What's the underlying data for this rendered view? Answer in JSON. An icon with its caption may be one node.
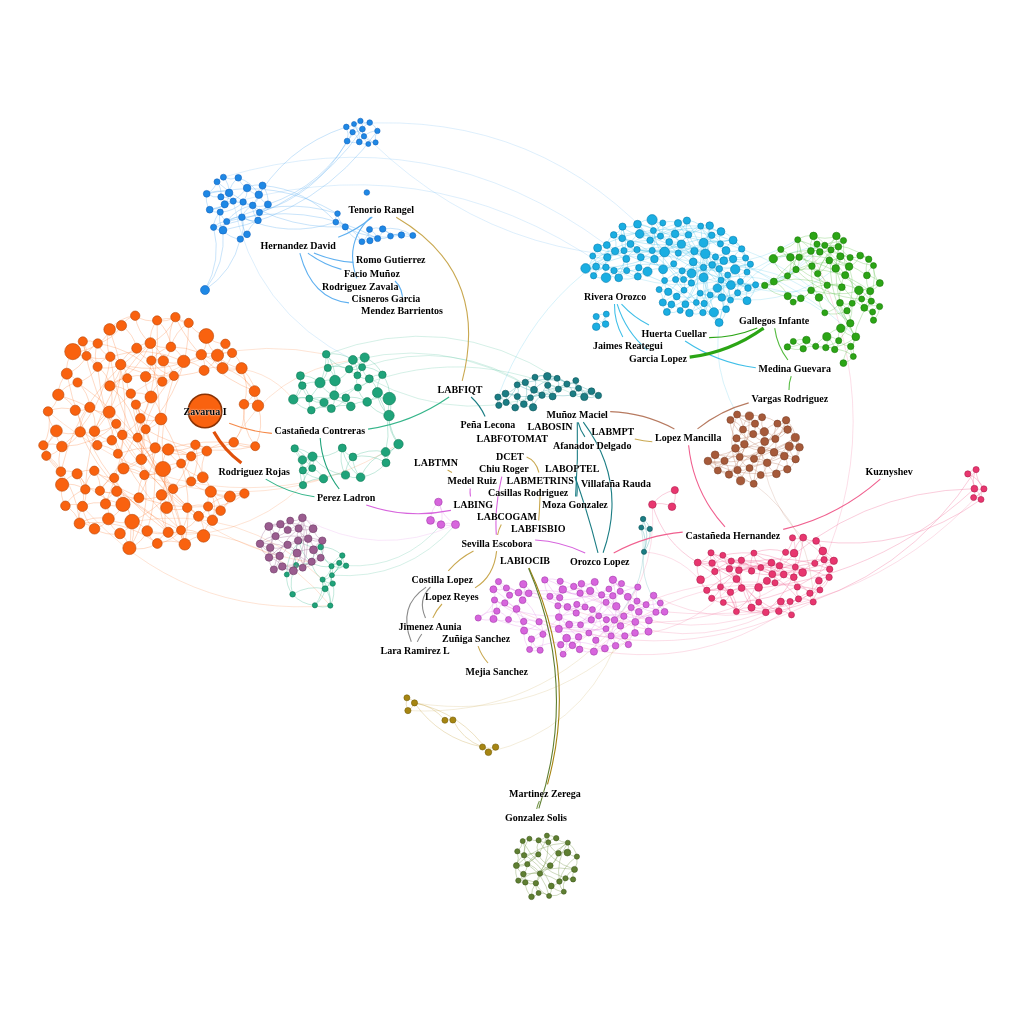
{
  "diagram": {
    "nodes": [
      {
        "text": [
          "Tenorio Rangel"
        ]
      },
      {
        "text": [
          "Hernandez David"
        ]
      },
      {
        "text": [
          "Romo Gutierrez"
        ]
      },
      {
        "text": [
          "Facio Muñoz"
        ]
      },
      {
        "text": [
          "Rodriguez Zavala"
        ]
      },
      {
        "text": [
          "Cisneros Garcia"
        ]
      },
      {
        "text": [
          "Mendez Barrientos"
        ]
      },
      {
        "text": [
          "Rivera Orozco"
        ]
      },
      {
        "text": [
          "Gallegos Infante"
        ]
      },
      {
        "text": [
          "Huerta Cuellar"
        ]
      },
      {
        "text": [
          "Jaimes Reategui"
        ]
      },
      {
        "text": [
          "Garcia Lopez"
        ]
      },
      {
        "text": [
          "Medina Guevara"
        ]
      },
      {
        "text": [
          "Vargas Rodriguez"
        ]
      },
      {
        "text": [
          "LABFIQT"
        ]
      },
      {
        "text": [
          "Zavarua I"
        ]
      },
      {
        "text": [
          "Castañeda Contreras"
        ]
      },
      {
        "text": [
          "Muñoz Maciel"
        ]
      },
      {
        "text": [
          "Peña Lecona"
        ]
      },
      {
        "text": [
          "LABOSIN"
        ]
      },
      {
        "text": [
          "LABMPT"
        ]
      },
      {
        "text": [
          "LABFOTOMAT"
        ]
      },
      {
        "text": [
          "Lopez Mancilla"
        ]
      },
      {
        "text": [
          "Afanador Delgado"
        ]
      },
      {
        "text": [
          "DCET"
        ]
      },
      {
        "text": [
          "LABTMN"
        ]
      },
      {
        "text": [
          "Chiu Roger"
        ]
      },
      {
        "text": [
          "Rodriguez Rojas"
        ]
      },
      {
        "text": [
          "LABOPTEL"
        ]
      },
      {
        "text": [
          "Kuznyshev"
        ]
      },
      {
        "text": [
          "Medel Ruiz"
        ]
      },
      {
        "text": [
          "LABMETRINS"
        ]
      },
      {
        "text": [
          "Villafaña Rauda"
        ]
      },
      {
        "text": [
          "Casillas Rodriguez"
        ]
      },
      {
        "text": [
          "Perez Ladron"
        ]
      },
      {
        "text": [
          "LABING"
        ]
      },
      {
        "text": [
          "Moza Gonzalez"
        ]
      },
      {
        "text": [
          "LABCOGAM"
        ]
      },
      {
        "text": [
          "LABFISBIO"
        ]
      },
      {
        "text": [
          "Castañeda Hernandez"
        ]
      },
      {
        "text": [
          "Sevilla Escobora"
        ]
      },
      {
        "text": [
          "LABIOCIB"
        ]
      },
      {
        "text": [
          "Orozco Lopez"
        ]
      },
      {
        "text": [
          "Costilla Lopez"
        ]
      },
      {
        "text": [
          "Lopez Reyes"
        ]
      },
      {
        "text": [
          "Jimenez Aunia"
        ]
      },
      {
        "text": [
          "Zuñiga Sanchez"
        ]
      },
      {
        "text": [
          "Lara Ramirez L"
        ]
      },
      {
        "text": [
          "Mejia Sanchez"
        ]
      },
      {
        "text": [
          "Martinez Zerega"
        ]
      },
      {
        "text": [
          "Gonzalez Solis"
        ]
      }
    ],
    "edges": [
      {
        "from": 1,
        "to": 0,
        "arrow": "none",
        "color": "#5fb0f0"
      },
      {
        "from": 1,
        "to": 3,
        "arrow": "none",
        "color": "#5fb0f0"
      },
      {
        "from": 1,
        "to": 2,
        "arrow": "none",
        "color": "#5fb0f0"
      },
      {
        "from": 0,
        "to": 4,
        "arrow": "none",
        "color": "#5fb0f0"
      },
      {
        "from": 1,
        "to": 5,
        "arrow": "none",
        "color": "#5fb0f0"
      },
      {
        "from": 3,
        "to": 6,
        "arrow": "none",
        "color": "#5fb0f0"
      },
      {
        "from": 0,
        "to": 14,
        "arrow": "none",
        "color": "#c9a850"
      },
      {
        "from": 15,
        "to": 27,
        "arrow": "none",
        "style": "thick",
        "color": "#e0500a"
      },
      {
        "from": 15,
        "to": 16,
        "arrow": "none",
        "color": "#f58a4a"
      },
      {
        "from": 16,
        "to": 34,
        "arrow": "none",
        "color": "#1fa37a"
      },
      {
        "from": 27,
        "to": 34,
        "arrow": "none",
        "color": "#35b58a"
      },
      {
        "from": 16,
        "to": 14,
        "arrow": "none",
        "color": "#35b58a"
      },
      {
        "from": 34,
        "to": 35,
        "arrow": "none",
        "color": "#d765dd"
      },
      {
        "from": 7,
        "to": 9,
        "arrow": "none",
        "color": "#40bfe8"
      },
      {
        "from": 9,
        "to": 12,
        "arrow": "none",
        "color": "#40bfe8"
      },
      {
        "from": 7,
        "to": 11,
        "arrow": "none",
        "color": "#40bfe8"
      },
      {
        "from": 11,
        "to": 8,
        "arrow": "none",
        "style": "thick",
        "color": "#2ba515"
      },
      {
        "from": 8,
        "to": 12,
        "arrow": "none",
        "color": "#55bb40"
      },
      {
        "from": 12,
        "to": 13,
        "arrow": "none",
        "color": "#55bb40"
      },
      {
        "from": 13,
        "to": 22,
        "arrow": "none",
        "color": "#b77a60"
      },
      {
        "from": 22,
        "to": 39,
        "arrow": "none",
        "color": "#f0608f"
      },
      {
        "from": 39,
        "to": 29,
        "arrow": "none",
        "color": "#f0608f"
      },
      {
        "from": 39,
        "to": 42,
        "arrow": "none",
        "color": "#f0608f"
      },
      {
        "from": 42,
        "to": 17,
        "arrow": "none",
        "color": "#1b7d84"
      },
      {
        "from": 17,
        "to": 36,
        "arrow": "none",
        "color": "#1b7d84"
      },
      {
        "from": 17,
        "to": 23,
        "arrow": "none",
        "color": "#1b7d84"
      },
      {
        "from": 20,
        "to": 22,
        "arrow": "none",
        "color": "#c9a850"
      },
      {
        "from": 42,
        "to": 40,
        "arrow": "none",
        "color": "#d765dd"
      },
      {
        "from": 40,
        "to": 43,
        "arrow": "none",
        "color": "#c9a850"
      },
      {
        "from": 41,
        "to": 49,
        "arrow": "none",
        "color": "#a68512"
      },
      {
        "from": 41,
        "to": 50,
        "arrow": "none",
        "color": "#5f7f32"
      },
      {
        "from": 49,
        "to": 50,
        "arrow": "none",
        "color": "#7a9a50"
      },
      {
        "from": 43,
        "to": 45,
        "arrow": "none",
        "color": "#8a8a8a"
      },
      {
        "from": 43,
        "to": 47,
        "arrow": "none",
        "color": "#8a8a8a"
      },
      {
        "from": 44,
        "to": 45,
        "arrow": "none",
        "color": "#c9a850"
      },
      {
        "from": 45,
        "to": 47,
        "arrow": "none",
        "color": "#8a8a8a"
      },
      {
        "from": 46,
        "to": 48,
        "arrow": "none",
        "color": "#c9a850"
      },
      {
        "from": 44,
        "to": 40,
        "arrow": "none",
        "color": "#c9a850"
      },
      {
        "from": 18,
        "to": 14,
        "arrow": "none",
        "color": "#1b7d84"
      },
      {
        "from": 24,
        "to": 31,
        "arrow": "none",
        "color": "#c9a850"
      },
      {
        "from": 28,
        "to": 42,
        "arrow": "none",
        "color": "#1b7d84"
      },
      {
        "from": 31,
        "to": 38,
        "arrow": "none",
        "color": "#c9a850"
      },
      {
        "from": 30,
        "to": 35,
        "arrow": "none",
        "color": "#d765dd"
      },
      {
        "from": 37,
        "to": 40,
        "arrow": "none",
        "color": "#c9a850"
      },
      {
        "from": 36,
        "to": 28,
        "arrow": "none",
        "color": "#1b7d84"
      },
      {
        "from": 25,
        "to": 30,
        "arrow": "none",
        "color": "#c9a850"
      },
      {
        "from": 7,
        "to": 10,
        "arrow": "none",
        "color": "#40bfe8"
      },
      {
        "from": 22,
        "to": 17,
        "arrow": "none",
        "color": "#b77a60"
      },
      {
        "from": 9,
        "to": 8,
        "arrow": "none",
        "color": "#2ba515"
      },
      {
        "from": 26,
        "to": 40,
        "arrow": "none",
        "color": "#d765dd"
      }
    ]
  }
}
